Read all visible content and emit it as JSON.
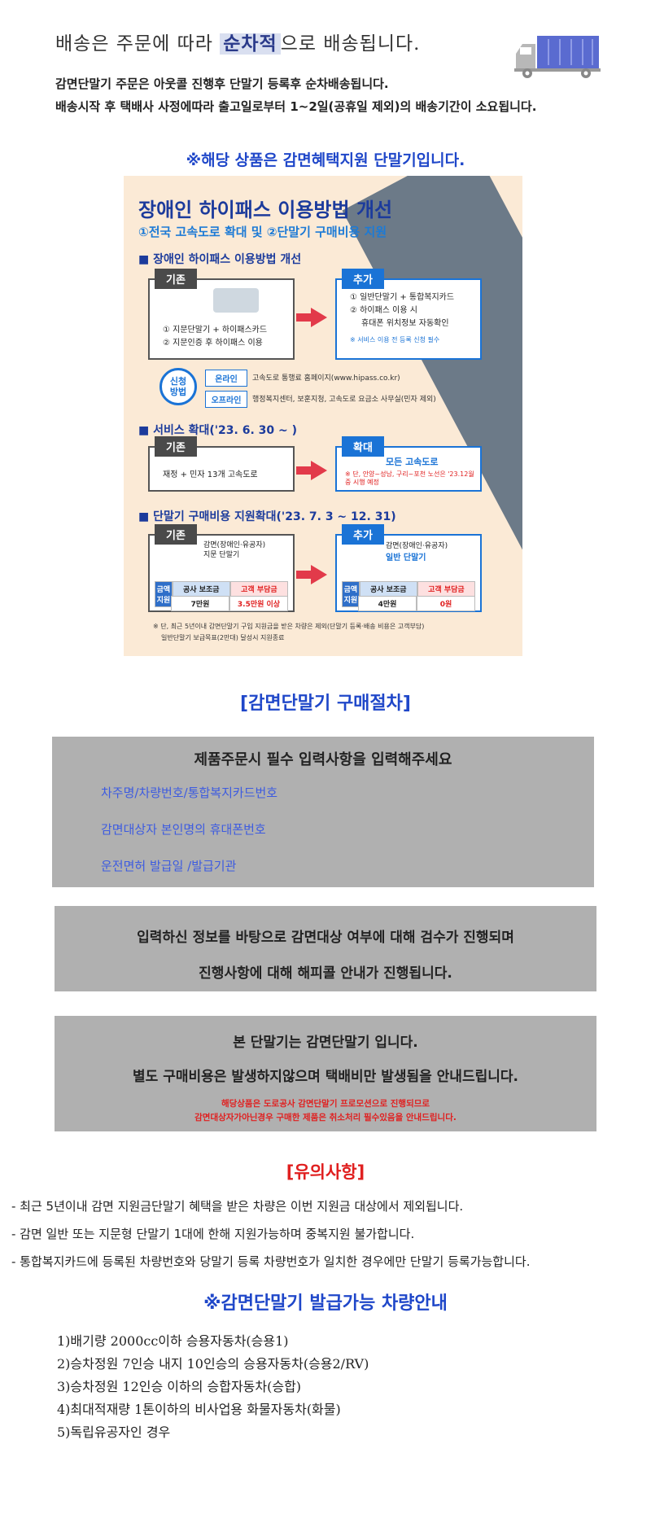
{
  "header": {
    "title_before": "배송은 주문에 따라 ",
    "title_highlight": "순차적",
    "title_after": "으로 배송됩니다.",
    "line1": "감면단말기 주문은 아웃콜 진행후 단말기 등록후 순차배송됩니다.",
    "line2": "배송시작 후 택배사 사정에따라 출고일로부터 1~2일(공휴일 제외)의 배송기간이 소요됩니다."
  },
  "notice": "※해당 상품은 감면혜택지원 단말기입니다.",
  "poster": {
    "title": "장애인 하이패스 이용방법 개선",
    "subtitle": "①전국 고속도로 확대 및 ②단말기 구매비용 지원",
    "sec1": "■ 장애인 하이패스 이용방법 개선",
    "tag_existing": "기존",
    "tag_add": "추가",
    "tag_expand": "확대",
    "box1_lines": [
      "① 지문단말기 + 하이패스카드",
      "② 지문인증 후 하이패스 이용"
    ],
    "box2_lines": [
      "① 일반단말기 + 통합복지카드",
      "② 하이패스 이용 시",
      "휴대폰 위치정보 자동확인"
    ],
    "box2_note": "※ 서비스 이용 전 등록 신청 필수",
    "apply_label": "신청방법",
    "online": "온라인",
    "online_text": "고속도로 통행료 홈페이지(www.hipass.co.kr)",
    "offline": "오프라인",
    "offline_text": "행정복지센터, 보훈지청, 고속도로 요금소 사무실(민자 제외)",
    "sec2": "■ 서비스 확대('23. 6. 30 ~ )",
    "box3_text": "재정 + 민자 13개 고속도로",
    "box4_text": "모든 고속도로",
    "box4_note": "※ 단, 안양~성남, 구리~포천 노선은 '23.12월 중 시행 예정",
    "sec3": "■ 단말기 구매비용 지원확대('23. 7. 3 ~ 12. 31)",
    "box5_title": "감면(장애인·유공자) 지문 단말기",
    "box6_title": "감면(장애인·유공자)",
    "box6_sub": "일반 단말기",
    "cost_label": "금액지원",
    "subsidy_label": "공사 보조금",
    "customer_label": "고객 부담금",
    "old_subsidy": "7만원",
    "old_customer": "3.5만원 이상",
    "new_subsidy": "4만원",
    "new_customer": "0원",
    "footnote1": "※ 단, 최근 5년이내 감면단말기 구입 지원금을 받은 차량은 제외(단말기 등록·배송 비용은 고객부담)",
    "footnote2": "일반단말기 보급목표(2만대) 달성시 지원종료"
  },
  "purchase": {
    "head": "[감면단말기 구매절차]",
    "req_title": "제품주문시 필수 입력사항을 입력해주세요",
    "req_items": [
      "차주명/차량번호/통합복지카드번호",
      "감면대상자 본인명의 휴대폰번호",
      "운전면허 발급일 /발급기관"
    ],
    "review1": "입력하신 정보를 바탕으로 감면대상 여부에 대해 검수가 진행되며",
    "review2": "진행사항에 대해 해피콜 안내가 진행됩니다.",
    "free1": "본 단말기는 감면단말기 입니다.",
    "free2": "별도 구매비용은 발생하지않으며 택배비만 발생됨을 안내드립니다.",
    "red1": "해당상품은 도로공사 감면단말기 프로모션으로 진행되므로",
    "red2": "감면대상자가아닌경우 구매한 제품은 취소처리 필수있음을 안내드립니다."
  },
  "caution": {
    "head": "[유의사항]",
    "items": [
      "- 최근 5년이내 감면 지원금단말기 혜택을 받은 차량은 이번 지원금 대상에서 제외됩니다.",
      "- 감면 일반 또는 지문형 단말기 1대에 한해 지원가능하며 중복지원 불가합니다.",
      "- 통합복지카드에 등록된 차량번호와 당말기 등록 차량번호가 일치한 경우에만 단말기 등록가능합니다."
    ]
  },
  "vehicles": {
    "head": "※감면단말기 발급가능 차량안내",
    "items": [
      "1)배기량 2000cc이하 승용자동차(승용1)",
      "2)승차정원 7인승 내지 10인승의 승용자동차(승용2/RV)",
      "3)승차정원 12인승 이하의 승합자동차(승합)",
      "4)최대적재량 1톤이하의 비사업용 화물자동차(화물)",
      "5)독립유공자인 경우"
    ]
  },
  "colors": {
    "accent_blue": "#1f47c9",
    "warning_red": "#e02020",
    "box_gray": "#b0b0b0"
  }
}
